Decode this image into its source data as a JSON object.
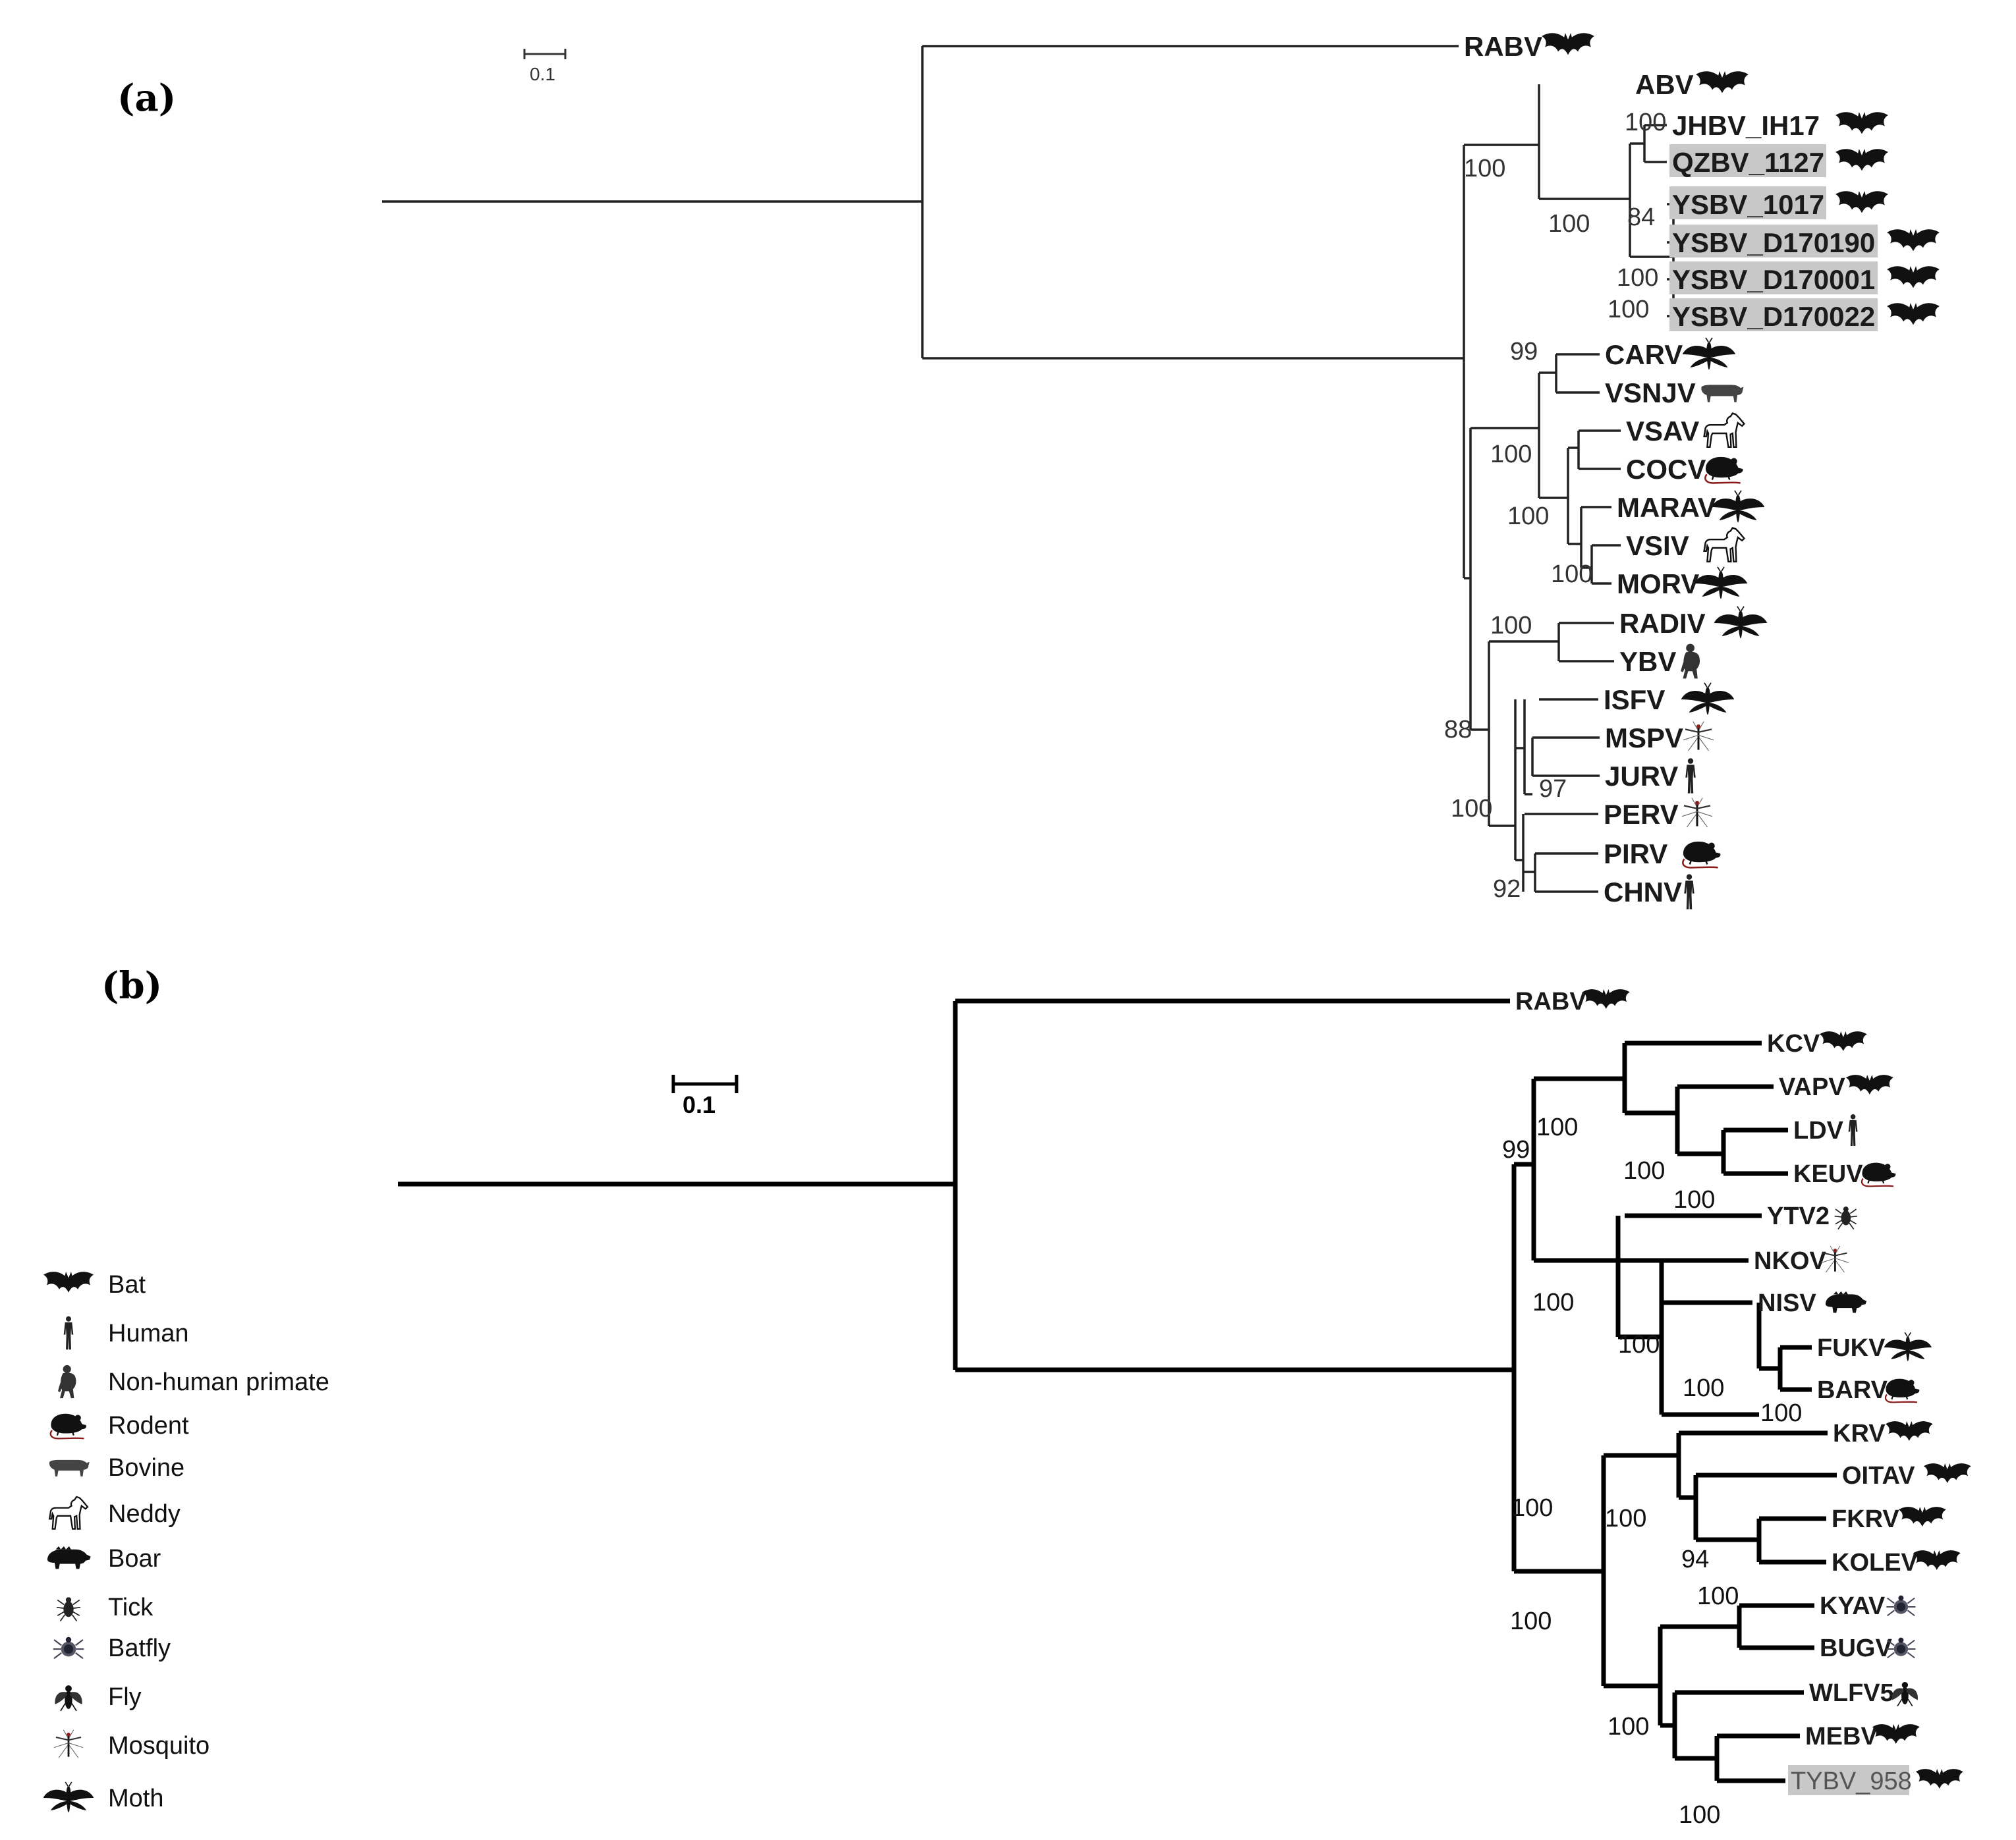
{
  "panels": {
    "a": {
      "label": "(a)",
      "scale_label": "0.1",
      "taxa": [
        {
          "name": "RABV",
          "host": "bat",
          "highlight": false
        },
        {
          "name": "ABV",
          "host": "bat",
          "highlight": false
        },
        {
          "name": "JHBV_IH17",
          "host": "bat",
          "highlight": false
        },
        {
          "name": "QZBV_1127",
          "host": "bat",
          "highlight": true
        },
        {
          "name": "YSBV_1017",
          "host": "bat",
          "highlight": true
        },
        {
          "name": "YSBV_D170190",
          "host": "bat",
          "highlight": true
        },
        {
          "name": "YSBV_D170001",
          "host": "bat",
          "highlight": true
        },
        {
          "name": "YSBV_D170022",
          "host": "bat",
          "highlight": true
        },
        {
          "name": "CARV",
          "host": "moth",
          "highlight": false
        },
        {
          "name": "VSNJV",
          "host": "bovine",
          "highlight": false
        },
        {
          "name": "VSAV",
          "host": "neddy",
          "highlight": false
        },
        {
          "name": "COCV",
          "host": "rodent",
          "highlight": false
        },
        {
          "name": "MARAV",
          "host": "moth",
          "highlight": false
        },
        {
          "name": "VSIV",
          "host": "neddy",
          "highlight": false
        },
        {
          "name": "MORV",
          "host": "moth",
          "highlight": false
        },
        {
          "name": "RADIV",
          "host": "moth",
          "highlight": false
        },
        {
          "name": "YBV",
          "host": "non-human-primate",
          "highlight": false
        },
        {
          "name": "ISFV",
          "host": "moth",
          "highlight": false
        },
        {
          "name": "MSPV",
          "host": "mosquito",
          "highlight": false
        },
        {
          "name": "JURV",
          "host": "human",
          "highlight": false
        },
        {
          "name": "PERV",
          "host": "mosquito",
          "highlight": false
        },
        {
          "name": "PIRV",
          "host": "rodent",
          "highlight": false
        },
        {
          "name": "CHNV",
          "host": "human",
          "highlight": false
        }
      ],
      "support_values": [
        "100",
        "100",
        "100",
        "84",
        "100",
        "100",
        "99",
        "100",
        "100",
        "100",
        "100",
        "88",
        "97",
        "100",
        "92"
      ]
    },
    "b": {
      "label": "(b)",
      "scale_label": "0.1",
      "taxa": [
        {
          "name": "RABV",
          "host": "bat",
          "highlight": false
        },
        {
          "name": "KCV",
          "host": "bat",
          "highlight": false
        },
        {
          "name": "VAPV",
          "host": "bat",
          "highlight": false
        },
        {
          "name": "LDV",
          "host": "human",
          "highlight": false
        },
        {
          "name": "KEUV",
          "host": "rodent",
          "highlight": false
        },
        {
          "name": "YTV2",
          "host": "tick",
          "highlight": false
        },
        {
          "name": "NKOV",
          "host": "mosquito",
          "highlight": false
        },
        {
          "name": "NISV",
          "host": "boar",
          "highlight": false
        },
        {
          "name": "FUKV",
          "host": "moth",
          "highlight": false
        },
        {
          "name": "BARV",
          "host": "rodent",
          "highlight": false
        },
        {
          "name": "KRV",
          "host": "bat",
          "highlight": false
        },
        {
          "name": "OITAV",
          "host": "bat",
          "highlight": false
        },
        {
          "name": "FKRV",
          "host": "bat",
          "highlight": false
        },
        {
          "name": "KOLEV",
          "host": "bat",
          "highlight": false
        },
        {
          "name": "KYAV",
          "host": "batfly",
          "highlight": false
        },
        {
          "name": "BUGV",
          "host": "batfly",
          "highlight": false
        },
        {
          "name": "WLFV5",
          "host": "fly",
          "highlight": false
        },
        {
          "name": "MEBV",
          "host": "bat",
          "highlight": false
        },
        {
          "name": "TYBV_958",
          "host": "bat",
          "highlight": true
        }
      ],
      "support_values": [
        "99",
        "100",
        "100",
        "100",
        "100",
        "100",
        "100",
        "100",
        "100",
        "100",
        "94",
        "100",
        "100",
        "100",
        "100"
      ]
    }
  },
  "legend": [
    {
      "icon": "bat-icon",
      "label": "Bat"
    },
    {
      "icon": "human-icon",
      "label": "Human"
    },
    {
      "icon": "non-human-primate-icon",
      "label": "Non-human primate"
    },
    {
      "icon": "rodent-icon",
      "label": "Rodent"
    },
    {
      "icon": "bovine-icon",
      "label": "Bovine"
    },
    {
      "icon": "neddy-icon",
      "label": "Neddy"
    },
    {
      "icon": "boar-icon",
      "label": "Boar"
    },
    {
      "icon": "tick-icon",
      "label": "Tick"
    },
    {
      "icon": "batfly-icon",
      "label": "Batfly"
    },
    {
      "icon": "fly-icon",
      "label": "Fly"
    },
    {
      "icon": "mosquito-icon",
      "label": "Mosquito"
    },
    {
      "icon": "moth-icon",
      "label": "Moth"
    }
  ],
  "colors": {
    "highlight": "#c8c8c8",
    "branch": "#000000",
    "icon": "#111111"
  }
}
